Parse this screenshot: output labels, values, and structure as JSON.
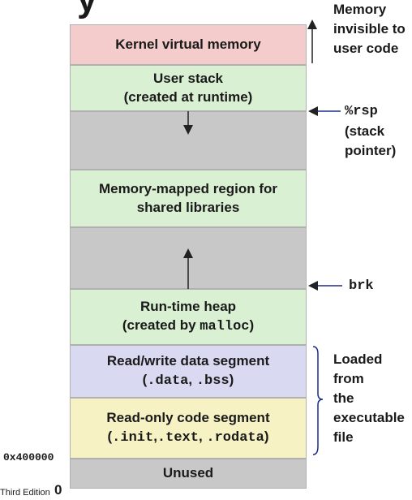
{
  "title_fragment": "y",
  "segments": {
    "kernel": {
      "line1": "Kernel virtual memory",
      "color": "#f4cccc"
    },
    "user_stack": {
      "line1": "User stack",
      "line2": "(created at runtime)",
      "color": "#d9f0d3"
    },
    "gap_top": {
      "color": "#c8c8c8"
    },
    "mmap": {
      "line1": "Memory-mapped region for",
      "line2": "shared libraries",
      "color": "#d9f0d3"
    },
    "gap_mid": {
      "color": "#c8c8c8"
    },
    "heap": {
      "line1": "Run-time heap",
      "line2_prefix": "(created by ",
      "line2_code": "malloc",
      "line2_suffix": ")",
      "color": "#d9f0d3"
    },
    "data": {
      "line1": "Read/write data segment",
      "line2_open": "(",
      "code1": ".data",
      "sep": ",",
      "code2": ".bss",
      "line2_close": ")",
      "color": "#d9d9f2"
    },
    "code": {
      "line1": "Read-only code segment",
      "line2_open": "(",
      "code1": ".init",
      "sep1": ",",
      "code2": ".text",
      "sep2": ",",
      "code3": ".rodata",
      "line2_close": ")",
      "color": "#f7f2c4"
    },
    "unused": {
      "line1": "Unused",
      "color": "#c8c8c8"
    }
  },
  "annotations": {
    "memory_invisible": [
      "Memory",
      "invisible to",
      "user code"
    ],
    "rsp": {
      "reg": "%rsp",
      "desc": [
        "(stack",
        "pointer)"
      ]
    },
    "brk": "brk",
    "loaded": [
      "Loaded",
      "from",
      "the",
      "executable",
      "file"
    ]
  },
  "addresses": {
    "text_start": "0x400000",
    "zero": "0"
  },
  "footer_fragment": "Third Edition"
}
